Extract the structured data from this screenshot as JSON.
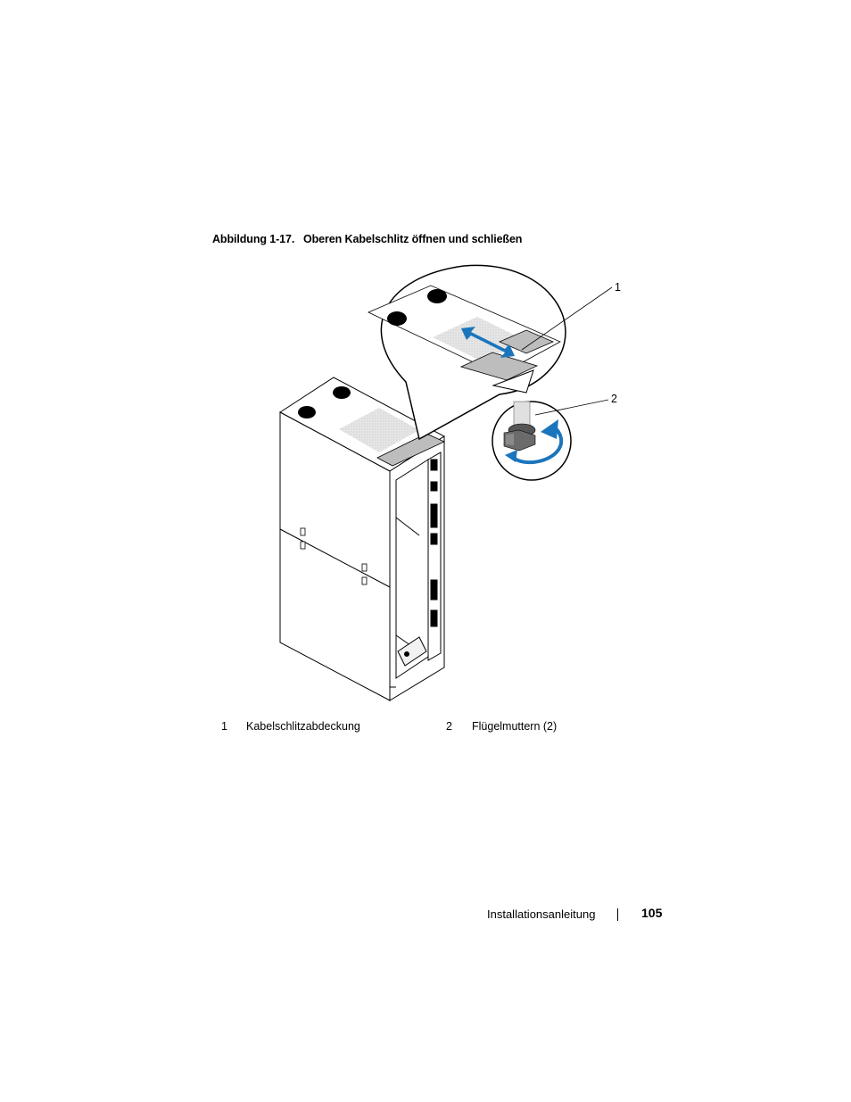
{
  "figure": {
    "label": "Abbildung 1-17.",
    "title": "Oberen Kabelschlitz öffnen und schließen",
    "callouts": [
      "1",
      "2"
    ]
  },
  "legend": [
    {
      "num": "1",
      "text": "Kabelschlitzabdeckung"
    },
    {
      "num": "2",
      "text": "Flügelmuttern (2)"
    }
  ],
  "footer": {
    "doc_title": "Installationsanleitung",
    "page_number": "105"
  },
  "colors": {
    "arrow_blue": "#1b75bc",
    "line": "#000000"
  }
}
